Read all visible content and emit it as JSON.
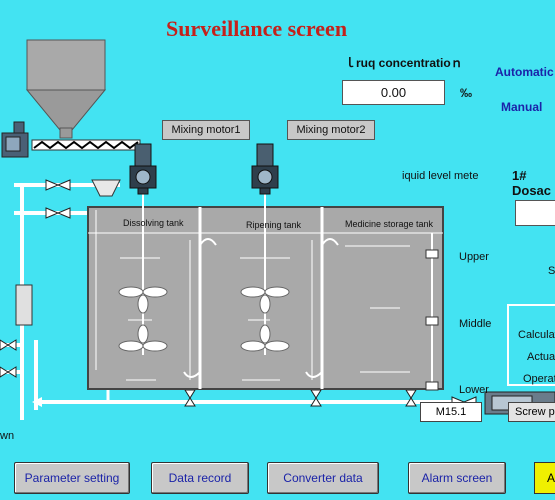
{
  "title": "Surveillance screen",
  "concentration": {
    "label": "ｌruq concentratioｎ",
    "value": "0.00",
    "unit": "‰"
  },
  "mode": {
    "automatic": "Automatic",
    "manual": "Manual"
  },
  "motors": {
    "motor1": "Mixing motor1",
    "motor2": "Mixing motor2"
  },
  "tanks": {
    "dissolving": "Dissolving tank",
    "ripening": "Ripening tank",
    "storage": "Medicine storage tank"
  },
  "liquid_level_label": "iquid level mete",
  "levels": {
    "upper": "Upper",
    "middle": "Middle",
    "lower": "Lower"
  },
  "dosage_label": "1# Dosac",
  "right_panel": {
    "s_label": "S",
    "calculation": "Calculati",
    "actual": "Actual",
    "operation": "Operati"
  },
  "m151": "M15.1",
  "screw_pump": "Screw p",
  "drain_label": "wn",
  "nav": {
    "parameter": "Parameter setting",
    "data_record": "Data record",
    "converter": "Converter data",
    "alarm": "Alarm screen",
    "edge": "A"
  },
  "colors": {
    "background": "#43e3f2",
    "title": "#c4211b",
    "mode_text": "#1b23a8",
    "tank_fill": "#a9a9a9"
  }
}
